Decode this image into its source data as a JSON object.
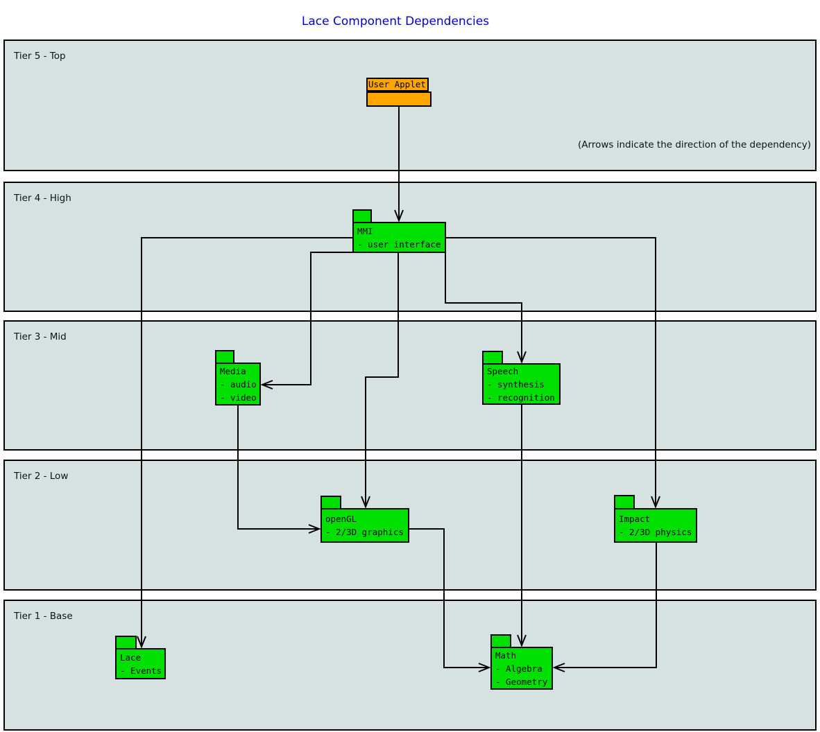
{
  "title": "Lace Component Dependencies",
  "annotation": "(Arrows indicate the direction of the dependency)",
  "colors": {
    "tier_background": "#d6e2e2",
    "component_green": "#00e000",
    "component_orange": "#ffa500",
    "title_blue": "#0000cd",
    "line_black": "#000000"
  },
  "tiers": [
    {
      "label": "Tier 5 - Top"
    },
    {
      "label": "Tier 4 - High"
    },
    {
      "label": "Tier 3 - Mid"
    },
    {
      "label": "Tier 2 - Low"
    },
    {
      "label": "Tier 1 - Base"
    }
  ],
  "components": {
    "user_applet": {
      "title": "User Applet",
      "details": []
    },
    "mmi": {
      "title": "MMI",
      "details": [
        "- user interface"
      ]
    },
    "media": {
      "title": "Media",
      "details": [
        "- audio",
        "- video"
      ]
    },
    "speech": {
      "title": "Speech",
      "details": [
        "- synthesis",
        "- recognition"
      ]
    },
    "opengl": {
      "title": "openGL",
      "details": [
        "- 2/3D graphics"
      ]
    },
    "impact": {
      "title": "Impact",
      "details": [
        "- 2/3D physics"
      ]
    },
    "lace": {
      "title": "Lace",
      "details": [
        "- Events"
      ]
    },
    "math": {
      "title": "Math",
      "details": [
        "- Algebra",
        "- Geometry"
      ]
    }
  },
  "dependencies": [
    {
      "from": "User Applet",
      "to": "MMI"
    },
    {
      "from": "MMI",
      "to": "Media"
    },
    {
      "from": "MMI",
      "to": "Speech"
    },
    {
      "from": "MMI",
      "to": "openGL"
    },
    {
      "from": "MMI",
      "to": "Impact"
    },
    {
      "from": "MMI",
      "to": "Lace"
    },
    {
      "from": "Media",
      "to": "openGL"
    },
    {
      "from": "Speech",
      "to": "Math"
    },
    {
      "from": "openGL",
      "to": "Math"
    },
    {
      "from": "Impact",
      "to": "Math"
    }
  ]
}
